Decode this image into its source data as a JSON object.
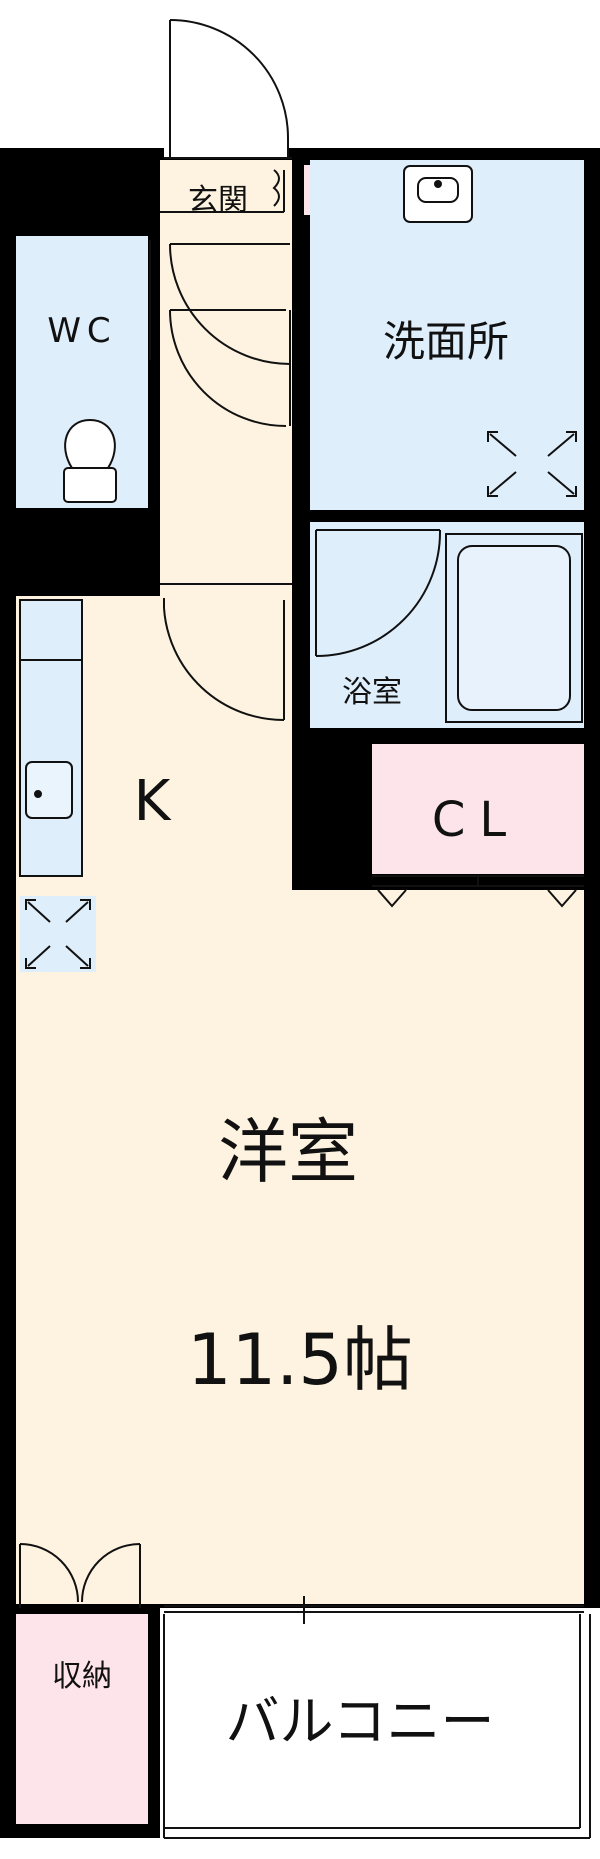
{
  "labels": {
    "entrance": "玄関",
    "wc": "WC",
    "washroom": "洗面所",
    "bathroom": "浴室",
    "kitchen": "K",
    "closet": "CL",
    "western_room": "洋室",
    "room_size": "11.5帖",
    "storage": "収納",
    "balcony": "バルコニー"
  },
  "colors": {
    "wall": "#000000",
    "floor": "#fdf3e0",
    "wet_area": "#dfeefb",
    "storage": "#fde3ea",
    "balcony": "#ffffff",
    "line": "#111111"
  }
}
